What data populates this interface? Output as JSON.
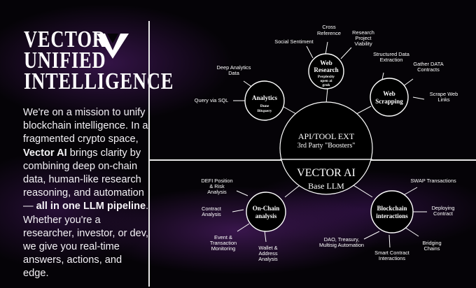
{
  "header": {
    "title_lines": [
      "VECTOR",
      "UNIFIED",
      "INTELLIGENCE"
    ]
  },
  "mission": {
    "part1": "We're on a mission to unify blockchain intelligence. In a fragmented crypto space, ",
    "brand": "Vector AI",
    "part2": " brings clarity by combining deep on-chain data, human-like research reasoning, and automation — ",
    "emphasis": "all in one LLM pipeline",
    "part3": ". Whether you're a researcher, investor, or dev, we give you real-time answers, actions, and edge."
  },
  "center": {
    "api_line1": "API/TOOL EXT",
    "api_line2": "3rd Party \"Boosters\"",
    "core_line1": "VECTOR AI",
    "core_line2": "Base LLM"
  },
  "nodes": {
    "web_research": {
      "line1": "Web",
      "line2": "Research",
      "sub1": "Perplexity",
      "sub2": "open ai",
      "sub3": "grok"
    },
    "analytics": {
      "line1": "Analytics",
      "sub1": "Dune",
      "sub2": "Bitquery"
    },
    "web_scrapping": {
      "line1": "Web",
      "line2": "Scrapping"
    },
    "on_chain": {
      "line1": "On-Chain",
      "line2": "analysis"
    },
    "blockchain": {
      "line1": "Blockchain",
      "line2": "interactions"
    }
  },
  "labels": {
    "social_sentiment": "Social Sentiment",
    "cross_reference": [
      "Cross",
      "Reference"
    ],
    "research_viability": [
      "Research",
      "Project",
      "Viability"
    ],
    "deep_analytics": [
      "Deep Analytics",
      "Data"
    ],
    "query_sql": "Query via SQL",
    "structured_data": [
      "Structured Data",
      "Extraction"
    ],
    "gather_data": [
      "Gather DATA",
      "Contracts"
    ],
    "scrape_web": [
      "Scrape Web",
      "Links"
    ],
    "defi_position": [
      "DEFI Position",
      "& Risk",
      "Analysis"
    ],
    "contract_analysis": [
      "Contract",
      "Analysis"
    ],
    "event_monitoring": [
      "Event &",
      "Transaction",
      "Monitoring"
    ],
    "wallet_analysis": [
      "Wallet &",
      "Address",
      "Analysis"
    ],
    "swap": "SWAP Transactions",
    "deploying": [
      "Deploying",
      "Contract"
    ],
    "bridging": [
      "Bridging",
      "Chains"
    ],
    "dao": [
      "DAO, Treasury,",
      "Multisig Automation"
    ],
    "smart_contract": [
      "Smart Contract",
      "Interactions"
    ]
  }
}
